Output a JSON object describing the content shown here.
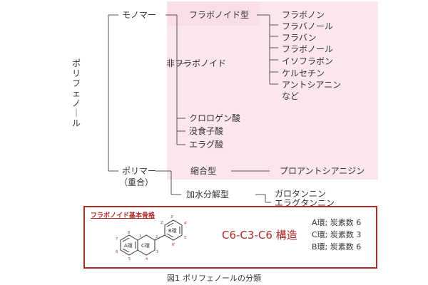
{
  "root": "ポリフェノール",
  "monomer": "モノマー",
  "polymer": {
    "label": "ポリマー",
    "sub": "（重合）"
  },
  "flavonoid": {
    "label": "フラボノイド型",
    "items": [
      "フラボノン",
      "フラバノール",
      "フラバン",
      "フラボノール",
      "イソフラボン",
      "ケルセチン",
      "アントシアニン",
      "など"
    ]
  },
  "non_flavonoid": {
    "label": "非フラボノイド",
    "items": [
      "クロロゲン酸",
      "没食子酸",
      "エラグ酸"
    ]
  },
  "condensed": {
    "label": "縮合型",
    "item": "プロアントシアニジン"
  },
  "hydrolyzable": {
    "label": "加水分解型",
    "items": [
      "ガロタンニン",
      "エラグタンニン"
    ]
  },
  "skeleton": {
    "title": "フラボノイド基本骨格",
    "structure": "C6-C3-C6 構造",
    "rings": [
      "A環; 炭素数 6",
      "C環; 炭素数 3",
      "B環; 炭素数 6"
    ],
    "ring_labels": {
      "a": "A環",
      "b": "B環",
      "c": "C環"
    },
    "atom_numbers": [
      "1",
      "2",
      "3",
      "4",
      "5",
      "6",
      "7",
      "8",
      "2'",
      "3'",
      "4'",
      "5'",
      "6'"
    ]
  },
  "caption": {
    "fig": "図1",
    "text": "ポリフェノールの分類"
  },
  "colors": {
    "accent": "#b02a2a",
    "highlight": "#fbe6ee",
    "line": "#555555"
  }
}
